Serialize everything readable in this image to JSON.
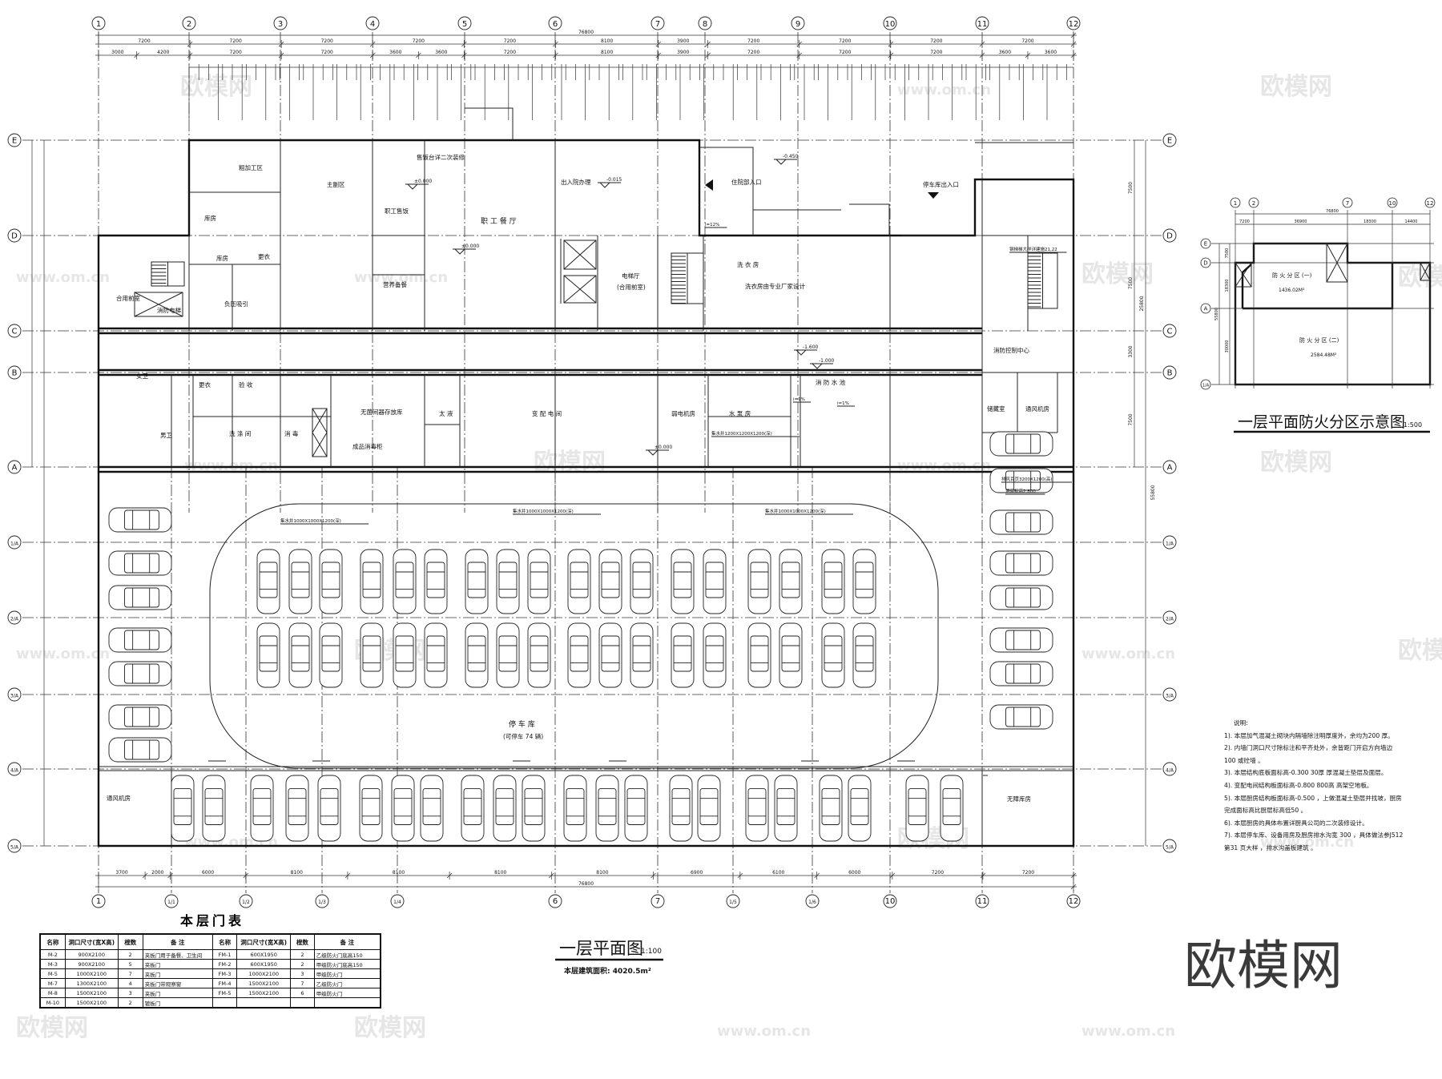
{
  "plan": {
    "title": "一层平面图",
    "scale": "1:100",
    "area": "本层建筑面积: 4020.5m²",
    "axes_top": [
      "1",
      "2",
      "3",
      "4",
      "5",
      "6",
      "7",
      "8",
      "9",
      "10",
      "11",
      "12"
    ],
    "axes_bottom": [
      "1",
      "1/1",
      "1/2",
      "1/3",
      "1/4",
      "6",
      "7",
      "1/5",
      "1/6",
      "10",
      "11",
      "12"
    ],
    "axes_rows": [
      "E",
      "D",
      "C",
      "B",
      "A",
      "1/A",
      "2/A",
      "3/A",
      "4/A",
      "5/A"
    ],
    "dims_total": "76800",
    "dims_row1": [
      "7200",
      "7200",
      "7200",
      "7200",
      "7200",
      "8100",
      "3900",
      "7200",
      "7200",
      "7200",
      "7200"
    ],
    "dims_row2": [
      "3000",
      "4200",
      "7200",
      "7200",
      "3600",
      "3600",
      "7200",
      "8100",
      "3900",
      "7200",
      "7200",
      "7200",
      "3600",
      "3600"
    ],
    "dims_bottom": [
      "3700",
      "2000",
      "6000",
      "8100",
      "8100",
      "8100",
      "8100",
      "6900",
      "6100",
      "6000",
      "7200",
      "7200"
    ],
    "dims_right": [
      "7500",
      "7500",
      "3300",
      "7500"
    ],
    "dims_right_total": "25800",
    "dims_overall_right": "55800",
    "rooms": [
      "粗加工区",
      "主副区",
      "职工售饭",
      "职 工 餐 厅",
      "售饭台详二次装修",
      "库房",
      "库房",
      "更衣",
      "负压吸引",
      "合用前室",
      "消防电梯",
      "营养备餐",
      "出入院办理",
      "电梯厅",
      "(合用前室)",
      "洗 衣 房",
      "洗衣房由专业厂家设计",
      "住院部入口",
      "停车库出入口",
      "消防控制中心",
      "储藏室",
      "通风机房",
      "更衣",
      "验 收",
      "洗 涤 间",
      "消 毒",
      "无菌间器存放库",
      "成品消毒柜",
      "女卫",
      "男卫",
      "太 液",
      "变 配 电 间",
      "弱电机房",
      "水 泵 房",
      "消 防 水 池",
      "停 车 库",
      "(可停车 74 辆)",
      "通风机房",
      "无障库房"
    ],
    "elevations": [
      "±0.000",
      "±0.000",
      "-0.450",
      "-0.015",
      "-1.600",
      "-1.000",
      "±0.000"
    ],
    "annotations": [
      "集水井1000X1000X1200(深)",
      "集水井1000X1000X1200(深)",
      "集水井1000X1000X1200(深)",
      "集水井1200X1200X1200(深)",
      "钢梯梯大样详建施21,22",
      "排风百页3200X1200(高)",
      "洞底标高2.800",
      "i=12%",
      "i=1%",
      "i=1%"
    ]
  },
  "door_table": {
    "title": "本层门表",
    "headers": [
      "名称",
      "洞口尺寸(宽X高)",
      "樘数",
      "备 注",
      "名称",
      "洞口尺寸(宽X高)",
      "樘数",
      "备 注"
    ],
    "rows": [
      [
        "M-2",
        "900X2100",
        "2",
        "夹板门用于备餐、卫生间",
        "FM-1",
        "600X1950",
        "2",
        "乙级防火门底高150"
      ],
      [
        "M-3",
        "900X2100",
        "5",
        "夹板门",
        "FM-2",
        "600X1950",
        "2",
        "甲级防火门底高150"
      ],
      [
        "M-5",
        "1000X2100",
        "7",
        "夹板门",
        "FM-3",
        "1000X2100",
        "3",
        "甲级防火门"
      ],
      [
        "M-7",
        "1300X2100",
        "4",
        "夹板门带观察窗",
        "FM-4",
        "1500X2100",
        "7",
        "乙级防火门"
      ],
      [
        "M-8",
        "1500X2100",
        "3",
        "夹板门",
        "FM-5",
        "1500X2100",
        "6",
        "甲级防火门"
      ],
      [
        "M-10",
        "1500X2100",
        "2",
        "镀板门",
        "",
        "",
        "",
        ""
      ]
    ]
  },
  "fire_zone": {
    "title": "一层平面防火分区示意图",
    "scale": "1:500",
    "axes_top": [
      "1",
      "2",
      "7",
      "10",
      "12"
    ],
    "axes_rows": [
      "E",
      "D",
      "A",
      "1/A"
    ],
    "dim_total": "76800",
    "dims": [
      "7200",
      "36900",
      "18300",
      "14400"
    ],
    "dims_left": [
      "7500",
      "18300",
      "30000"
    ],
    "dim_left_total": "55800",
    "zones": [
      {
        "name": "防 火 分 区 (一)",
        "area": "1436.02M²"
      },
      {
        "name": "防 火 分 区 (二)",
        "area": "2584.48M²"
      }
    ]
  },
  "notes": {
    "heading": "说明:",
    "lines": [
      "1). 本层加气混凝土砌块内隔墙除注明厚度外，余均为200    厚。",
      "2). 内墙门洞口尺寸除标注和平齐处外，余皆距门开启方向墙边",
      "     100     或砼墙        。",
      "3). 本层结构底板面标高-0.300         30厚        厚混凝土垫层及面层。",
      "4). 变配电间结构板面标高-0.800       800高        高架空地板。",
      "5). 本层厨房结构板面标高-0.500       ，上做混凝土垫层并找坡，厨房",
      "     完成面标高比厨层标高低50  。",
      "6). 本层厨房的具体布置详厨具公司的二次装修设计。",
      "7). 本层停车库、设备用房及厨房排水沟宽 300    ，具体做法参J512",
      "     第31   页大样       ，排水沟盖板建筑            。"
    ]
  },
  "watermark": {
    "logo": "欧模网",
    "site": "www.om.cn"
  },
  "colors": {
    "line": "#111111",
    "background": "#ffffff",
    "watermark": "#e6e6e6"
  }
}
